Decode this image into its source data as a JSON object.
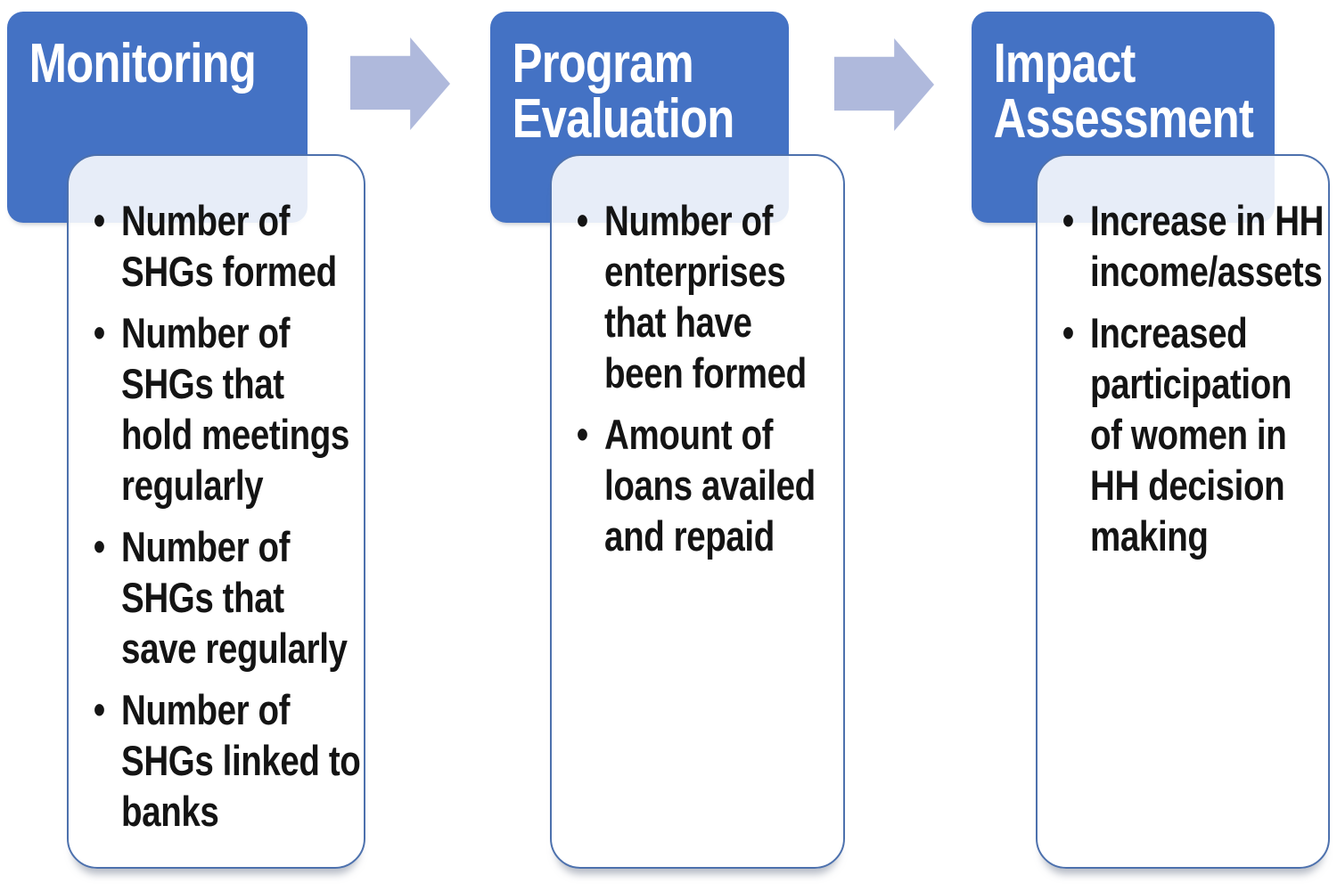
{
  "diagram": {
    "bullet_char": "•",
    "colors": {
      "header_fill": "#4472C4",
      "header_text": "#FFFFFF",
      "arrow_fill": "#AFB9DC",
      "content_border": "#4D71AD",
      "body_text": "#141414"
    },
    "columns": [
      {
        "header": "Monitoring",
        "bullets": [
          "Number of\nSHGs formed",
          "Number of\nSHGs that\nhold meetings\nregularly",
          "Number of\nSHGs that\nsave regularly",
          "Number of\nSHGs linked to\nbanks"
        ]
      },
      {
        "header": "Program\nEvaluation",
        "bullets": [
          "Number of\nenterprises\nthat have\nbeen formed",
          "Amount of\nloans availed\nand repaid"
        ]
      },
      {
        "header": "Impact\nAssessment",
        "bullets": [
          "Increase in HH\nincome/assets",
          "Increased\nparticipation\nof women in\nHH decision\nmaking"
        ]
      }
    ]
  }
}
